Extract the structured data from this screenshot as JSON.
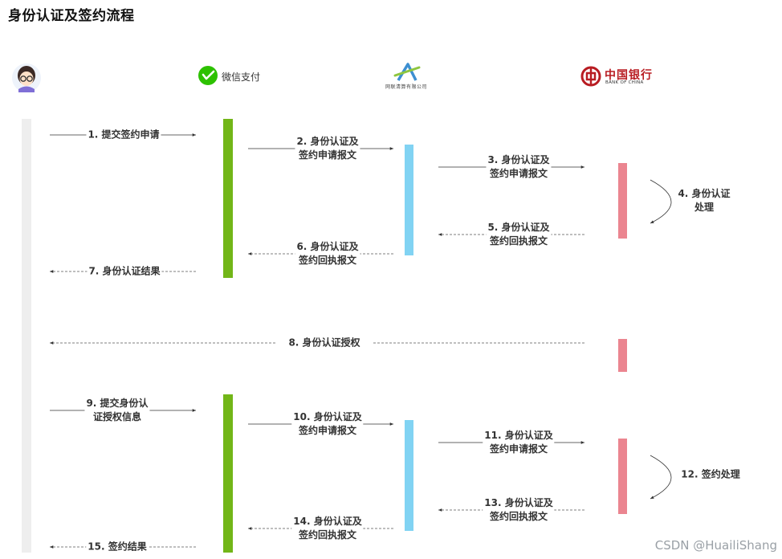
{
  "title": "身份认证及签约流程",
  "participants": {
    "wechat_pay": "微信支付",
    "netunion": "网联清算有限公司",
    "boc_cn": "中国银行",
    "boc_en": "BANK OF CHINA"
  },
  "messages": {
    "m1": "1. 提交签约申请",
    "m2": [
      "2. 身份认证及",
      "签约申请报文"
    ],
    "m3": [
      "3. 身份认证及",
      "签约申请报文"
    ],
    "m4": [
      "4. 身份认证",
      "处理"
    ],
    "m5": [
      "5. 身份认证及",
      "签约回执报文"
    ],
    "m6": [
      "6. 身份认证及",
      "签约回执报文"
    ],
    "m7": "7. 身份认证结果",
    "m8": "8. 身份认证授权",
    "m9": [
      "9. 提交身份认",
      "证授权信息"
    ],
    "m10": [
      "10. 身份认证及",
      "签约申请报文"
    ],
    "m11": [
      "11. 身份认证及",
      "签约申请报文"
    ],
    "m12": "12. 签约处理",
    "m13": [
      "13. 身份认证及",
      "签约回执报文"
    ],
    "m14": [
      "14. 身份认证及",
      "签约回执报文"
    ],
    "m15": "15. 签约结果"
  },
  "watermark": "CSDN @HuailiShang",
  "colors": {
    "user_lane": "#eeeeee",
    "wechat_bar": "#72b618",
    "netunion_bar": "#81d3f3",
    "bank_bar": "#eb8590",
    "arrow": "#333333",
    "wechat_logo": "#2dc100",
    "boc_red": "#b81c22"
  }
}
